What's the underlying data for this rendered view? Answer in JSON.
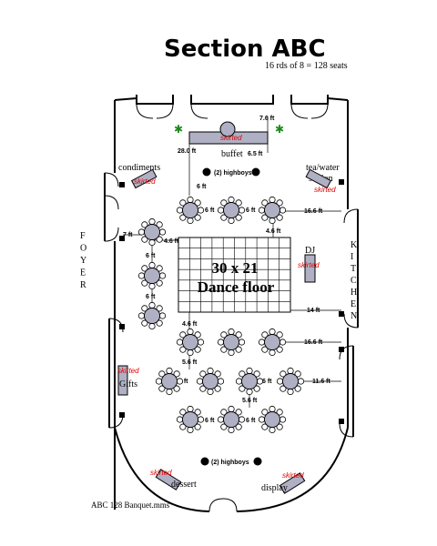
{
  "title": "Section ABC",
  "subtitle": "16 rds of 8 = 128 seats",
  "footer": "ABC 128 Banquet.mms",
  "colors": {
    "table": "#b0b0c4",
    "plant": "#1a8a1a",
    "skirted": "#e00000"
  },
  "labels": {
    "buffet": "buffet",
    "condiments": "condiments",
    "teawater_line1": "tea/water",
    "teawater_line2": "station",
    "dj": "DJ",
    "gifts": "Gifts",
    "dessert": "dessert",
    "display": "display",
    "highboys": "(2) highboys",
    "foyer": "FOYER",
    "kitchen": "KITCHEN",
    "skirted": "skirted"
  },
  "dance_floor": {
    "size": "30 x 21",
    "name": "Dance floor"
  },
  "dimensions": {
    "d76": "7.6 ft",
    "d65": "6.5 ft",
    "d280": "28.0 ft",
    "d6a": "6 ft",
    "d166a": "16.6 ft",
    "d46a": "4.6 ft",
    "d7": "7 ft",
    "d46b": "4.6 ft",
    "d6b": "6 ft",
    "d6c": "6 ft",
    "d14": "14 ft",
    "d46c": "4.6 ft",
    "d166b": "16.6 ft",
    "d56a": "5.6 ft",
    "d116": "11.6 ft",
    "d56b": "5.6 ft",
    "d6row1a": "6 ft",
    "d6row1b": "6 ft",
    "d6row4a": "6 ft",
    "d6row4b": "6 ft",
    "d6row5a": "6 ft",
    "d6row5b": "6 ft"
  }
}
